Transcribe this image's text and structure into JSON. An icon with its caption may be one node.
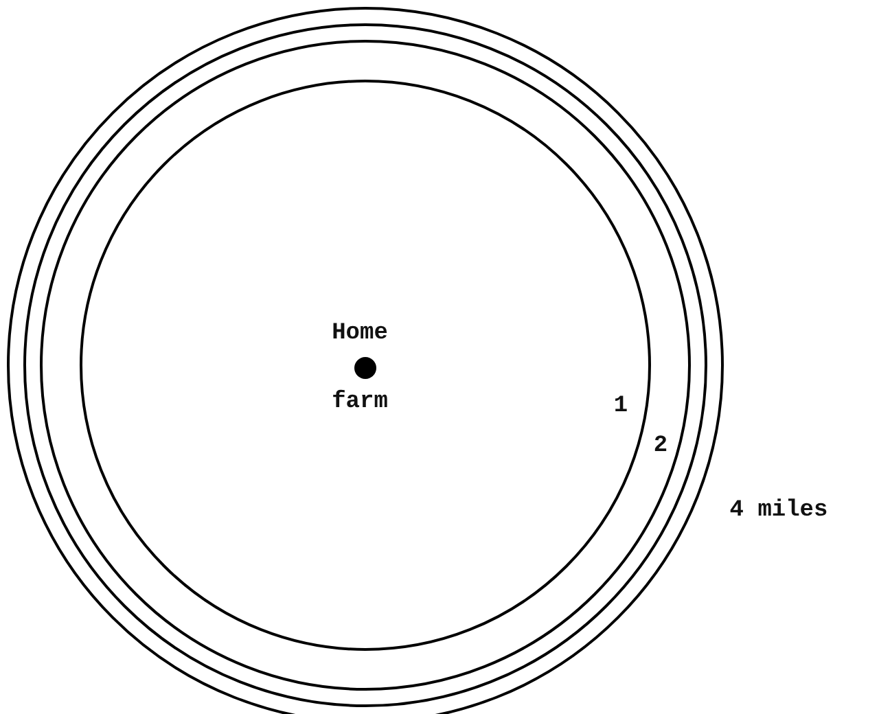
{
  "diagram": {
    "nodes": [
      {
        "text": [],
        "shape": "circle",
        "beside": [
          "Home",
          "farm"
        ]
      }
    ],
    "labels": [
      "1",
      "2",
      "4 miles"
    ]
  }
}
